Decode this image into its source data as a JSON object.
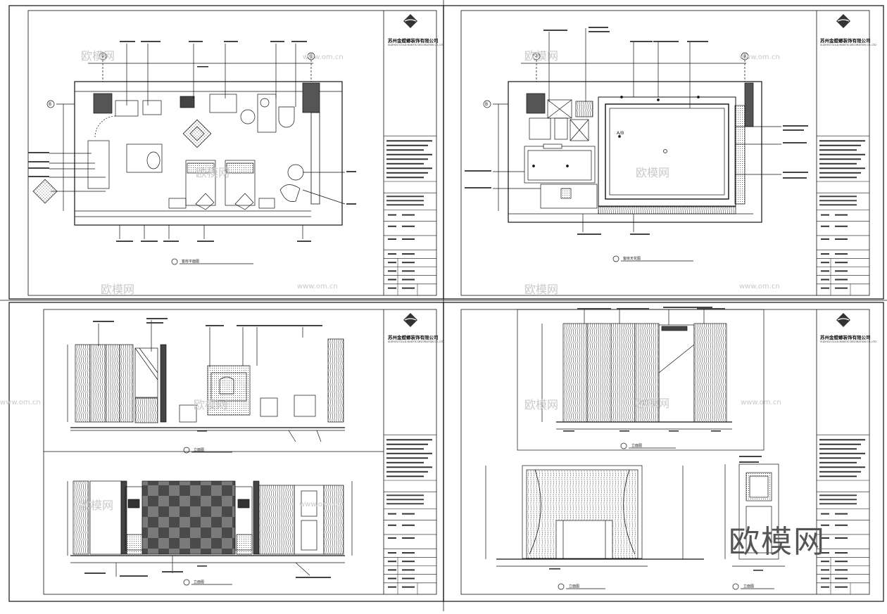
{
  "company_name": "苏州金螳螂装饰有限公司",
  "company_sub": "SUZHOU GOLD MANTIS DECORATION CO.,LTD",
  "watermark_text": "欧模网",
  "watermark_url": "www.om.cn",
  "big_watermark": "欧模网",
  "sheets": [
    {
      "id": "plan",
      "caption": "客房平面图"
    },
    {
      "id": "ceiling",
      "caption": "客房天花图"
    },
    {
      "id": "elev-a",
      "caption": "立面图"
    },
    {
      "id": "elev-b",
      "caption": "立面图"
    }
  ],
  "grid_labels": {
    "g6": "⑥",
    "g4": "④",
    "gb": "B",
    "gb2": "B",
    "g3": "③",
    "g4b": "④"
  },
  "ceiling_mark": "A/B",
  "colors": {
    "line": "#111111",
    "fill_dark": "#555555",
    "watermark": "#c9c9c9"
  }
}
